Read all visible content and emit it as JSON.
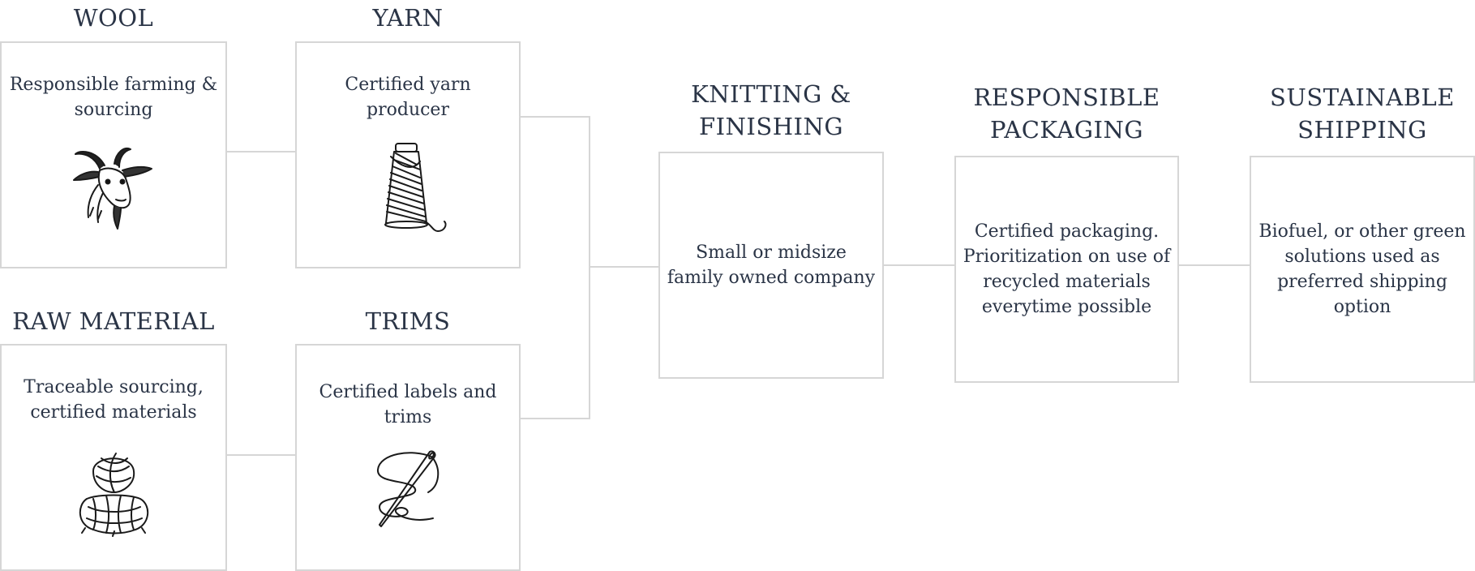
{
  "stages": {
    "wool": {
      "title": "WOOL",
      "description": "Responsible farming & sourcing",
      "icon": "goat-icon"
    },
    "yarn": {
      "title": "YARN",
      "description": "Certified yarn producer",
      "icon": "yarn-cone-icon"
    },
    "raw_material": {
      "title": "RAW MATERIAL",
      "description": "Traceable sourcing, certified materials",
      "icon": "wool-skein-icon"
    },
    "trims": {
      "title": "TRIMS",
      "description": "Certified labels and trims",
      "icon": "needle-thread-icon"
    },
    "knitting": {
      "title_line1": "KNITTING &",
      "title_line2": "FINISHING",
      "description": "Small or midsize family owned company"
    },
    "packaging": {
      "title_line1": "RESPONSIBLE",
      "title_line2": "PACKAGING",
      "description": "Certified packaging. Prioritization on use of recycled materials everytime possible"
    },
    "shipping": {
      "title_line1": "SUSTAINABLE",
      "title_line2": "SHIPPING",
      "description": "Biofuel, or other green solutions used as preferred shipping option"
    }
  },
  "colors": {
    "text": "#2a3446",
    "border": "#d6d6d6",
    "connector": "#d6d6d6"
  }
}
